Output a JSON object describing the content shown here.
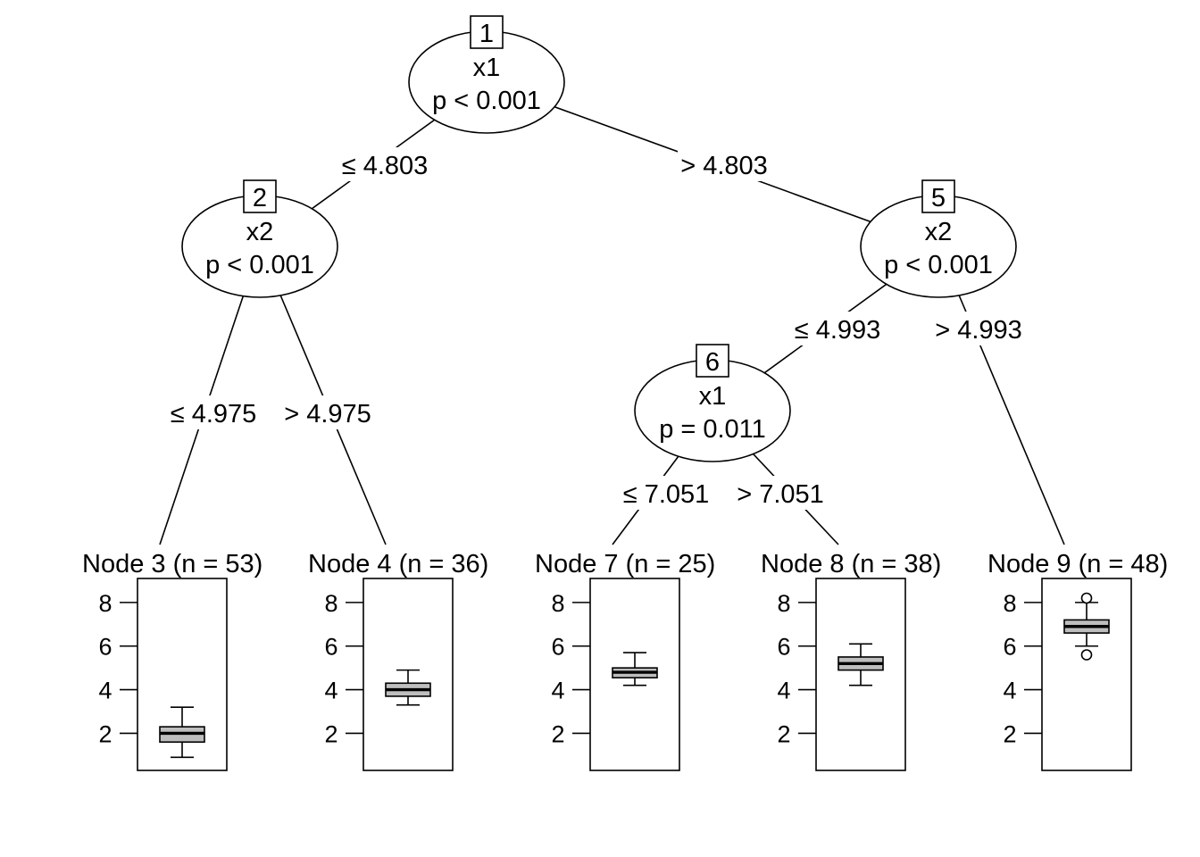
{
  "chart_data": {
    "type": "tree",
    "title": "",
    "inner_nodes": [
      {
        "id": "1",
        "variable": "x1",
        "p_label": "p < 0.001"
      },
      {
        "id": "2",
        "variable": "x2",
        "p_label": "p < 0.001"
      },
      {
        "id": "5",
        "variable": "x2",
        "p_label": "p < 0.001"
      },
      {
        "id": "6",
        "variable": "x1",
        "p_label": "p = 0.011"
      }
    ],
    "edges": [
      {
        "from": "1",
        "to": "2",
        "label": "≤ 4.803"
      },
      {
        "from": "1",
        "to": "5",
        "label": "> 4.803"
      },
      {
        "from": "2",
        "to": "3",
        "label": "≤ 4.975"
      },
      {
        "from": "2",
        "to": "4",
        "label": "> 4.975"
      },
      {
        "from": "5",
        "to": "6",
        "label": "≤ 4.993"
      },
      {
        "from": "5",
        "to": "9",
        "label": "> 4.993"
      },
      {
        "from": "6",
        "to": "7",
        "label": "≤ 7.051"
      },
      {
        "from": "6",
        "to": "8",
        "label": "> 7.051"
      }
    ],
    "terminal_nodes": [
      {
        "id": "3",
        "title": "Node 3 (n = 53)",
        "n": 53,
        "box": {
          "whisker_low": 0.9,
          "q1": 1.6,
          "median": 2.0,
          "q3": 2.3,
          "whisker_high": 3.2,
          "outliers": []
        }
      },
      {
        "id": "4",
        "title": "Node 4 (n = 36)",
        "n": 36,
        "box": {
          "whisker_low": 3.3,
          "q1": 3.7,
          "median": 4.0,
          "q3": 4.3,
          "whisker_high": 4.9,
          "outliers": []
        }
      },
      {
        "id": "7",
        "title": "Node 7 (n = 25)",
        "n": 25,
        "box": {
          "whisker_low": 4.2,
          "q1": 4.55,
          "median": 4.8,
          "q3": 5.0,
          "whisker_high": 5.7,
          "outliers": []
        }
      },
      {
        "id": "8",
        "title": "Node 8 (n = 38)",
        "n": 38,
        "box": {
          "whisker_low": 4.2,
          "q1": 4.9,
          "median": 5.2,
          "q3": 5.5,
          "whisker_high": 6.1,
          "outliers": []
        }
      },
      {
        "id": "9",
        "title": "Node 9 (n = 48)",
        "n": 48,
        "box": {
          "whisker_low": 6.0,
          "q1": 6.6,
          "median": 6.9,
          "q3": 7.2,
          "whisker_high": 8.0,
          "outliers": [
            8.2,
            5.6
          ]
        }
      }
    ],
    "y_axis": {
      "ticks": [
        2,
        4,
        6,
        8
      ],
      "tick_labels": [
        "2",
        "4",
        "6",
        "8"
      ],
      "ylim": [
        0.3,
        9.1
      ]
    },
    "box_fill": "#bebebe",
    "line_color": "#000000"
  }
}
